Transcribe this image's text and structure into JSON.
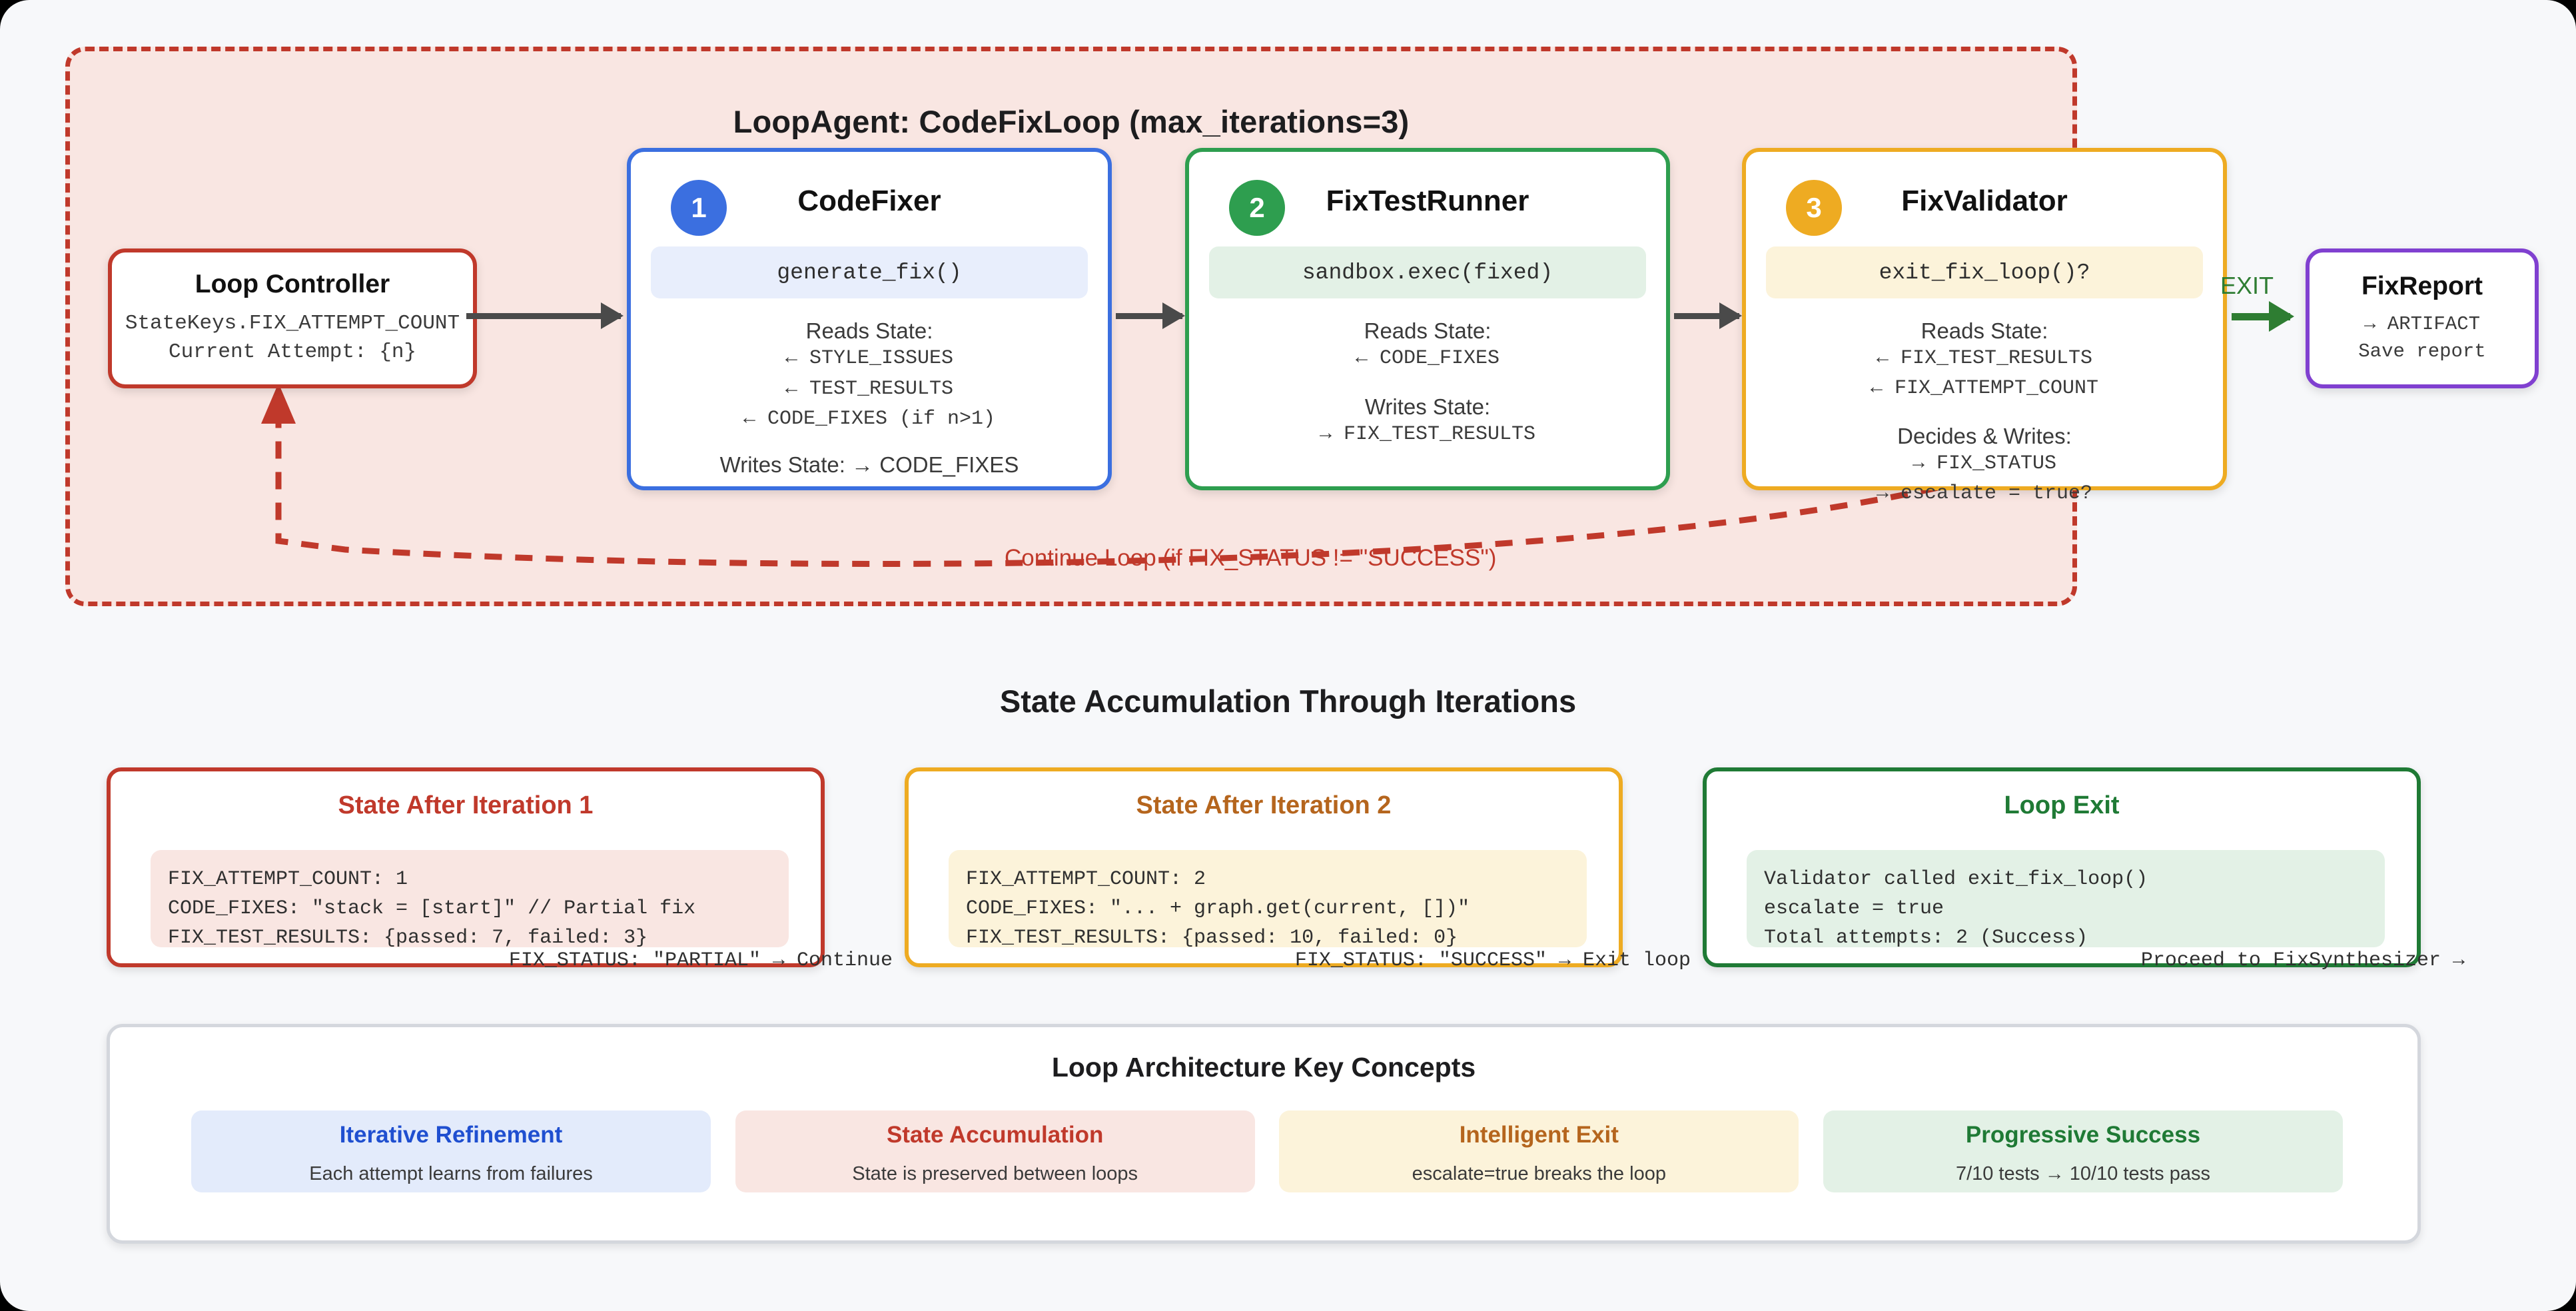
{
  "loop": {
    "title": "LoopAgent: CodeFixLoop (max_iterations=3)",
    "border_color": "#c0392b",
    "fill_color": "#f9e6e2",
    "continue_label": "Continue Loop (if FIX_STATUS != \"SUCCESS\")"
  },
  "controller": {
    "title": "Loop Controller",
    "lines": [
      "StateKeys.FIX_ATTEMPT_COUNT",
      "Current Attempt: {n}"
    ]
  },
  "agents": [
    {
      "badge": "1",
      "name": "CodeFixer",
      "code": "generate_fix()",
      "reads_label": "Reads State:",
      "reads": [
        "← STYLE_ISSUES",
        "← TEST_RESULTS",
        "← CODE_FIXES (if n>1)"
      ],
      "writes_inline_label": "Writes State: ",
      "writes_inline_value": "→ CODE_FIXES",
      "writes_label": "",
      "writes": [],
      "accent": "#3b6fe0"
    },
    {
      "badge": "2",
      "name": "FixTestRunner",
      "code": "sandbox.exec(fixed)",
      "reads_label": "Reads State:",
      "reads": [
        "← CODE_FIXES"
      ],
      "writes_inline_label": "",
      "writes_inline_value": "",
      "writes_label": "Writes State:",
      "writes": [
        "→ FIX_TEST_RESULTS"
      ],
      "accent": "#2e9e4f"
    },
    {
      "badge": "3",
      "name": "FixValidator",
      "code": "exit_fix_loop()?",
      "reads_label": "Reads State:",
      "reads": [
        "← FIX_TEST_RESULTS",
        "← FIX_ATTEMPT_COUNT"
      ],
      "writes_inline_label": "",
      "writes_inline_value": "",
      "writes_label": "Decides & Writes:",
      "writes": [
        "→ FIX_STATUS",
        "→ escalate = true?"
      ],
      "accent": "#eeab22"
    }
  ],
  "exit": {
    "label": "EXIT",
    "color": "#2e7d32"
  },
  "report": {
    "title": "FixReport",
    "lines": [
      "→ ARTIFACT",
      "Save report"
    ],
    "accent": "#8040d0"
  },
  "accumulation": {
    "heading": "State Accumulation Through Iterations",
    "cards": [
      {
        "title": "State After Iteration 1",
        "accent": "#c0392b",
        "lines": [
          "FIX_ATTEMPT_COUNT: 1",
          "CODE_FIXES: \"stack = [start]\" // Partial fix",
          "FIX_TEST_RESULTS: {passed: 7, failed: 3}"
        ],
        "footer": "FIX_STATUS: \"PARTIAL\" → Continue"
      },
      {
        "title": "State After Iteration 2",
        "accent": "#eeab22",
        "lines": [
          "FIX_ATTEMPT_COUNT: 2",
          "CODE_FIXES: \"... + graph.get(current, [])\"",
          "FIX_TEST_RESULTS: {passed: 10, failed: 0}"
        ],
        "footer": "FIX_STATUS: \"SUCCESS\" → Exit loop"
      },
      {
        "title": "Loop Exit",
        "accent": "#1f7a35",
        "lines": [
          "Validator called exit_fix_loop()",
          "escalate = true",
          "Total attempts: 2 (Success)"
        ],
        "footer": "Proceed to FixSynthesizer →"
      }
    ]
  },
  "concepts": {
    "heading": "Loop Architecture Key Concepts",
    "items": [
      {
        "title": "Iterative Refinement",
        "desc": "Each attempt learns from failures",
        "color": "#1f4fd0"
      },
      {
        "title": "State Accumulation",
        "desc": "State is preserved between loops",
        "color": "#c0392b"
      },
      {
        "title": "Intelligent Exit",
        "desc": "escalate=true breaks the loop",
        "color": "#b5651d"
      },
      {
        "title": "Progressive Success",
        "desc": "7/10 tests → 10/10 tests pass",
        "color": "#1f7a35"
      }
    ]
  }
}
